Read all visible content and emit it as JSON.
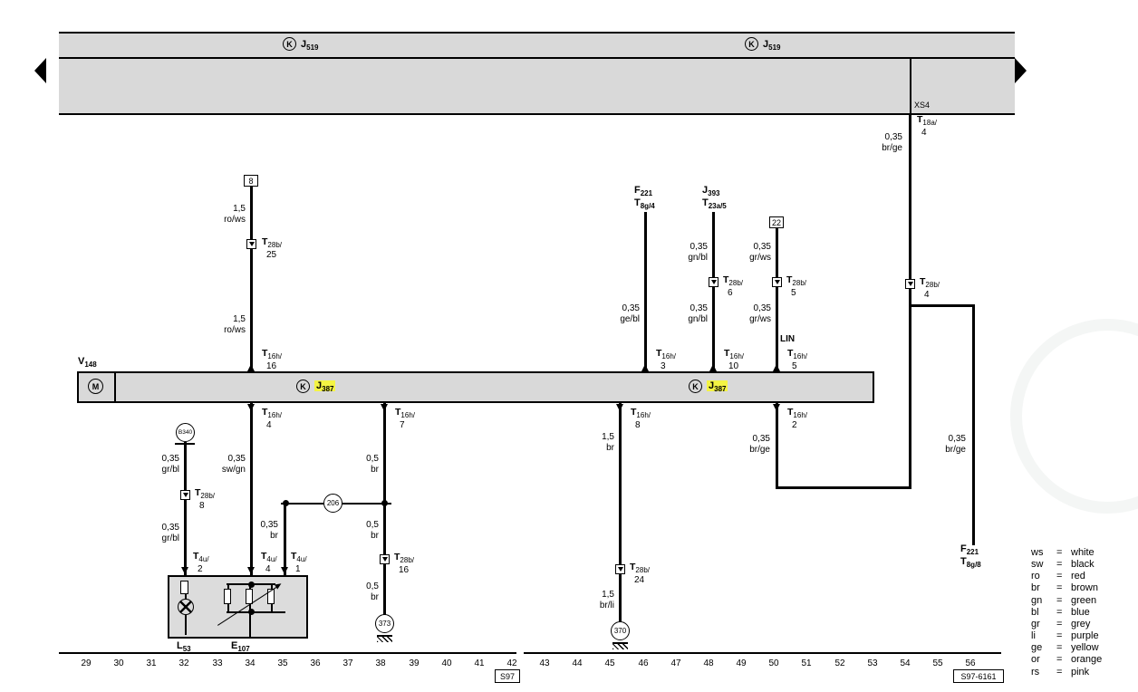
{
  "bus": {
    "k": "K",
    "j519": {
      "m": "J",
      "s": "519"
    }
  },
  "unit": {
    "k": "K",
    "j387": {
      "m": "J",
      "s": "387"
    },
    "motor": "M",
    "v148": {
      "m": "V",
      "s": "148"
    }
  },
  "topright": {
    "xs4": "XS4",
    "t18a": {
      "m": "T",
      "s": "18a/",
      "pin": "4"
    }
  },
  "comps": {
    "f221_top": {
      "m": "F",
      "s": "221"
    },
    "t8g4": {
      "m": "T",
      "s": "8g/4"
    },
    "j393": {
      "m": "J",
      "s": "393"
    },
    "t23a5": {
      "m": "T",
      "s": "23a/5"
    },
    "f221_bot": {
      "m": "F",
      "s": "221"
    },
    "t8g8": {
      "m": "T",
      "s": "8g/8"
    },
    "l53": {
      "m": "L",
      "s": "53"
    },
    "e107": {
      "m": "E",
      "s": "107"
    }
  },
  "conns": {
    "t28b_25": {
      "m": "T",
      "s": "28b/",
      "pin": "25"
    },
    "t28b_6": {
      "m": "T",
      "s": "28b/",
      "pin": "6"
    },
    "t28b_5": {
      "m": "T",
      "s": "28b/",
      "pin": "5"
    },
    "t28b_4": {
      "m": "T",
      "s": "28b/",
      "pin": "4"
    },
    "t28b_8": {
      "m": "T",
      "s": "28b/",
      "pin": "8"
    },
    "t28b_16": {
      "m": "T",
      "s": "28b/",
      "pin": "16"
    },
    "t28b_24": {
      "m": "T",
      "s": "28b/",
      "pin": "24"
    }
  },
  "pins": {
    "t16h_16": {
      "m": "T",
      "s": "16h/",
      "pin": "16"
    },
    "t16h_3": {
      "m": "T",
      "s": "16h/",
      "pin": "3"
    },
    "t16h_10": {
      "m": "T",
      "s": "16h/",
      "pin": "10"
    },
    "t16h_5": {
      "m": "T",
      "s": "16h/",
      "pin": "5"
    },
    "t16h_4": {
      "m": "T",
      "s": "16h/",
      "pin": "4"
    },
    "t16h_7": {
      "m": "T",
      "s": "16h/",
      "pin": "7"
    },
    "t16h_8": {
      "m": "T",
      "s": "16h/",
      "pin": "8"
    },
    "t16h_2": {
      "m": "T",
      "s": "16h/",
      "pin": "2"
    },
    "t4u_2": {
      "m": "T",
      "s": "4u/",
      "pin": "2"
    },
    "t4u_4": {
      "m": "T",
      "s": "4u/",
      "pin": "4"
    },
    "t4u_1": {
      "m": "T",
      "s": "4u/",
      "pin": "1"
    }
  },
  "wires": {
    "ro_ws": {
      "size": "1,5",
      "color": "ro/ws"
    },
    "ge_bl": {
      "size": "0,35",
      "color": "ge/bl"
    },
    "gn_bl": {
      "size": "0,35",
      "color": "gn/bl"
    },
    "gr_ws": {
      "size": "0,35",
      "color": "gr/ws"
    },
    "br_ge": {
      "size": "0,35",
      "color": "br/ge"
    },
    "gr_bl": {
      "size": "0,35",
      "color": "gr/bl"
    },
    "sw_gn": {
      "size": "0,35",
      "color": "sw/gn"
    },
    "br35": {
      "size": "0,35",
      "color": "br"
    },
    "br05": {
      "size": "0,5",
      "color": "br"
    },
    "br15": {
      "size": "1,5",
      "color": "br"
    },
    "br_li": {
      "size": "1,5",
      "color": "br/li"
    },
    "lin": "LIN"
  },
  "refs": {
    "box8": "8",
    "box22": "22",
    "b340": "B340",
    "c206": "206",
    "g373": "373",
    "g370": "370"
  },
  "tracks": [
    "29",
    "30",
    "31",
    "32",
    "33",
    "34",
    "35",
    "36",
    "37",
    "38",
    "39",
    "40",
    "41",
    "42",
    "43",
    "44",
    "45",
    "46",
    "47",
    "48",
    "49",
    "50",
    "51",
    "52",
    "53",
    "54",
    "55",
    "56"
  ],
  "sheet": {
    "left": "S97",
    "right": "S97-6161"
  },
  "legend": {
    "sep": "=",
    "rows": [
      {
        "code": "ws",
        "name": "white"
      },
      {
        "code": "sw",
        "name": "black"
      },
      {
        "code": "ro",
        "name": "red"
      },
      {
        "code": "br",
        "name": "brown"
      },
      {
        "code": "gn",
        "name": "green"
      },
      {
        "code": "bl",
        "name": "blue"
      },
      {
        "code": "gr",
        "name": "grey"
      },
      {
        "code": "li",
        "name": "purple"
      },
      {
        "code": "ge",
        "name": "yellow"
      },
      {
        "code": "or",
        "name": "orange"
      },
      {
        "code": "rs",
        "name": "pink"
      }
    ]
  },
  "colors": {
    "highlight": "#f4f443",
    "bus_fill": "#d9d9d9",
    "box_fill": "#dcdcdc"
  }
}
